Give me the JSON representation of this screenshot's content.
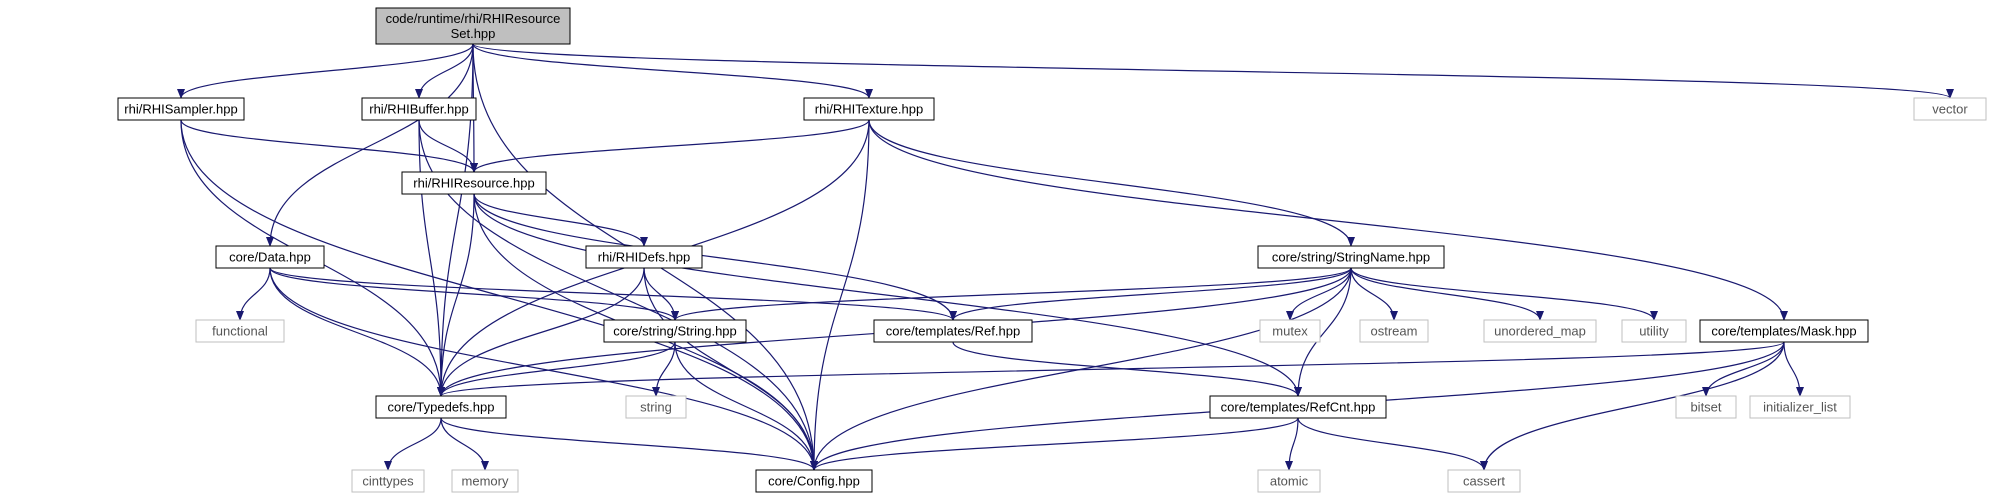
{
  "graph": {
    "nodes": [
      {
        "id": "root",
        "lines": [
          "code/runtime/rhi/RHIResource",
          "Set.hpp"
        ],
        "kind": "root"
      },
      {
        "id": "sampler",
        "lines": [
          "rhi/RHISampler.hpp"
        ],
        "kind": "file"
      },
      {
        "id": "buffer",
        "lines": [
          "rhi/RHIBuffer.hpp"
        ],
        "kind": "file"
      },
      {
        "id": "texture",
        "lines": [
          "rhi/RHITexture.hpp"
        ],
        "kind": "file"
      },
      {
        "id": "vector",
        "lines": [
          "vector"
        ],
        "kind": "external"
      },
      {
        "id": "resource",
        "lines": [
          "rhi/RHIResource.hpp"
        ],
        "kind": "file"
      },
      {
        "id": "data",
        "lines": [
          "core/Data.hpp"
        ],
        "kind": "file"
      },
      {
        "id": "defs",
        "lines": [
          "rhi/RHIDefs.hpp"
        ],
        "kind": "file"
      },
      {
        "id": "stringname",
        "lines": [
          "core/string/StringName.hpp"
        ],
        "kind": "file"
      },
      {
        "id": "functional",
        "lines": [
          "functional"
        ],
        "kind": "external"
      },
      {
        "id": "string_hpp",
        "lines": [
          "core/string/String.hpp"
        ],
        "kind": "file"
      },
      {
        "id": "ref",
        "lines": [
          "core/templates/Ref.hpp"
        ],
        "kind": "file"
      },
      {
        "id": "mutex",
        "lines": [
          "mutex"
        ],
        "kind": "external"
      },
      {
        "id": "ostream",
        "lines": [
          "ostream"
        ],
        "kind": "external"
      },
      {
        "id": "unordered_map",
        "lines": [
          "unordered_map"
        ],
        "kind": "external"
      },
      {
        "id": "utility",
        "lines": [
          "utility"
        ],
        "kind": "external"
      },
      {
        "id": "mask",
        "lines": [
          "core/templates/Mask.hpp"
        ],
        "kind": "file"
      },
      {
        "id": "typedefs",
        "lines": [
          "core/Typedefs.hpp"
        ],
        "kind": "file"
      },
      {
        "id": "string_std",
        "lines": [
          "string"
        ],
        "kind": "external"
      },
      {
        "id": "refcnt",
        "lines": [
          "core/templates/RefCnt.hpp"
        ],
        "kind": "file"
      },
      {
        "id": "bitset",
        "lines": [
          "bitset"
        ],
        "kind": "external"
      },
      {
        "id": "initializer_list",
        "lines": [
          "initializer_list"
        ],
        "kind": "external"
      },
      {
        "id": "cinttypes",
        "lines": [
          "cinttypes"
        ],
        "kind": "external"
      },
      {
        "id": "memory",
        "lines": [
          "memory"
        ],
        "kind": "external"
      },
      {
        "id": "config",
        "lines": [
          "core/Config.hpp"
        ],
        "kind": "file"
      },
      {
        "id": "atomic",
        "lines": [
          "atomic"
        ],
        "kind": "external"
      },
      {
        "id": "cassert",
        "lines": [
          "cassert"
        ],
        "kind": "external"
      }
    ],
    "edges": [
      [
        "root",
        "sampler"
      ],
      [
        "root",
        "buffer"
      ],
      [
        "root",
        "texture"
      ],
      [
        "root",
        "vector"
      ],
      [
        "root",
        "resource"
      ],
      [
        "root",
        "data"
      ],
      [
        "root",
        "typedefs"
      ],
      [
        "root",
        "config"
      ],
      [
        "sampler",
        "resource"
      ],
      [
        "sampler",
        "typedefs"
      ],
      [
        "sampler",
        "config"
      ],
      [
        "buffer",
        "resource"
      ],
      [
        "buffer",
        "typedefs"
      ],
      [
        "buffer",
        "config"
      ],
      [
        "texture",
        "resource"
      ],
      [
        "texture",
        "typedefs"
      ],
      [
        "texture",
        "config"
      ],
      [
        "texture",
        "stringname"
      ],
      [
        "texture",
        "mask"
      ],
      [
        "resource",
        "defs"
      ],
      [
        "resource",
        "typedefs"
      ],
      [
        "resource",
        "config"
      ],
      [
        "resource",
        "ref"
      ],
      [
        "resource",
        "refcnt"
      ],
      [
        "data",
        "functional"
      ],
      [
        "data",
        "typedefs"
      ],
      [
        "data",
        "config"
      ],
      [
        "data",
        "string_hpp"
      ],
      [
        "data",
        "ref"
      ],
      [
        "defs",
        "string_hpp"
      ],
      [
        "defs",
        "typedefs"
      ],
      [
        "defs",
        "config"
      ],
      [
        "stringname",
        "string_hpp"
      ],
      [
        "stringname",
        "ref"
      ],
      [
        "stringname",
        "mutex"
      ],
      [
        "stringname",
        "ostream"
      ],
      [
        "stringname",
        "unordered_map"
      ],
      [
        "stringname",
        "utility"
      ],
      [
        "stringname",
        "typedefs"
      ],
      [
        "stringname",
        "config"
      ],
      [
        "stringname",
        "refcnt"
      ],
      [
        "string_hpp",
        "string_std"
      ],
      [
        "string_hpp",
        "typedefs"
      ],
      [
        "string_hpp",
        "config"
      ],
      [
        "ref",
        "refcnt"
      ],
      [
        "mask",
        "typedefs"
      ],
      [
        "mask",
        "config"
      ],
      [
        "mask",
        "bitset"
      ],
      [
        "mask",
        "initializer_list"
      ],
      [
        "mask",
        "cassert"
      ],
      [
        "typedefs",
        "cinttypes"
      ],
      [
        "typedefs",
        "memory"
      ],
      [
        "typedefs",
        "config"
      ],
      [
        "refcnt",
        "config"
      ],
      [
        "refcnt",
        "atomic"
      ],
      [
        "refcnt",
        "cassert"
      ]
    ]
  },
  "colors": {
    "edge": "#191970",
    "root_fill": "#bfbfbf",
    "file_border": "#000000",
    "external_border": "#bfbfbf",
    "external_text": "#555555",
    "text": "#000000"
  }
}
